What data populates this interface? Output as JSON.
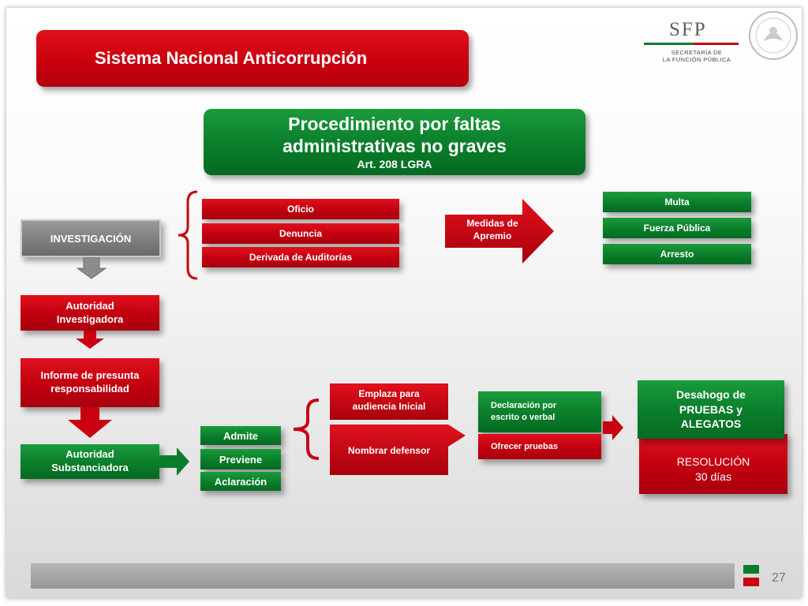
{
  "header": {
    "title": "Sistema Nacional Anticorrupción",
    "logo_abbr": "SFP",
    "logo_line1": "SECRETARÍA DE",
    "logo_line2": "LA FUNCIÓN PÚBLICA"
  },
  "procedure": {
    "title_line1": "Procedimiento por faltas",
    "title_line2": "administrativas no graves",
    "subtitle": "Art. 208 LGRA"
  },
  "investigacion": {
    "label": "INVESTIGACIÓN",
    "origins": [
      "Oficio",
      "Denuncia",
      "Derivada de Auditorías"
    ]
  },
  "medidas": {
    "label_line1": "Medidas de",
    "label_line2": "Apremio",
    "items": [
      "Multa",
      "Fuerza Pública",
      "Arresto"
    ]
  },
  "flow": {
    "autoridad_investigadora_line1": "Autoridad",
    "autoridad_investigadora_line2": "Investigadora",
    "informe_line1": "Informe de presunta",
    "informe_line2": "responsabilidad",
    "autoridad_substanciadora_line1": "Autoridad",
    "autoridad_substanciadora_line2": "Substanciadora",
    "outcomes": [
      "Admite",
      "Previene",
      "Aclaración"
    ],
    "emplaza_line1": "Emplaza para",
    "emplaza_line2": "audiencia Inicial",
    "nombrar": "Nombrar defensor",
    "declaracion_line1": "Declaración por",
    "declaracion_line2": "escrito o verbal",
    "ofrecer": "Ofrecer pruebas",
    "desahogo_line1": "Desahogo de",
    "desahogo_line2": "PRUEBAS y",
    "desahogo_line3": "ALEGATOS",
    "resolucion_line1": "RESOLUCIÓN",
    "resolucion_line2": "30 días"
  },
  "footer": {
    "page_number": "27"
  },
  "colors": {
    "red": "#c8000f",
    "green": "#0a7d2a",
    "gray": "#7c7c7c"
  }
}
